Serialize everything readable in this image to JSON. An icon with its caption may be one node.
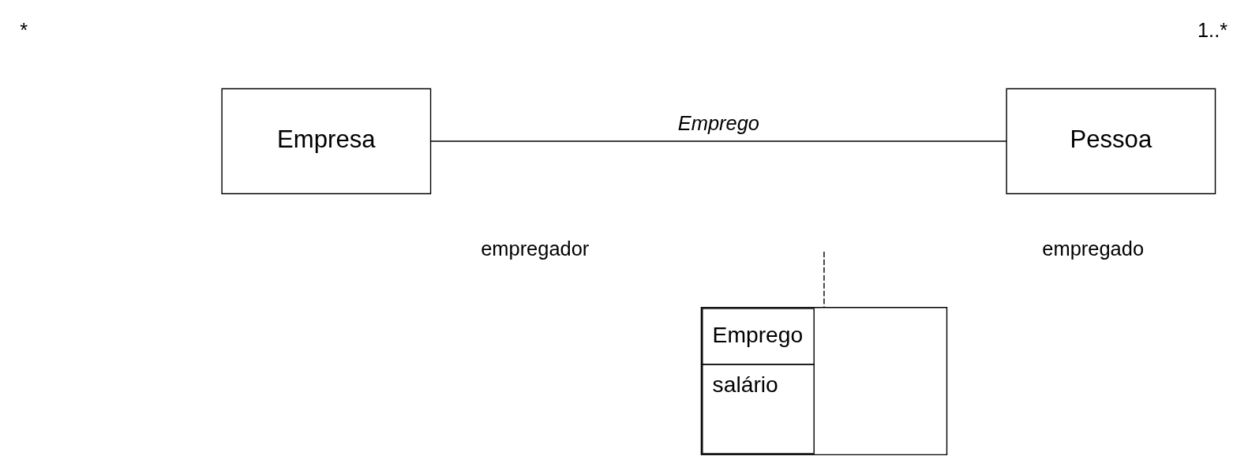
{
  "diagram": {
    "nodes": [
      {
        "text": [
          "Empresa"
        ]
      },
      {
        "text": [
          "Pessoa"
        ]
      },
      {
        "text": [
          "Emprego",
          "salário"
        ]
      }
    ],
    "edges": [
      {
        "from": 0,
        "to": 1,
        "arrow": "none",
        "label": "Emprego"
      },
      {
        "from": null,
        "to": 2,
        "arrow": "none",
        "style": "dashed"
      }
    ],
    "labels": [
      "*",
      "1..*",
      "empregador",
      "empregado"
    ]
  }
}
